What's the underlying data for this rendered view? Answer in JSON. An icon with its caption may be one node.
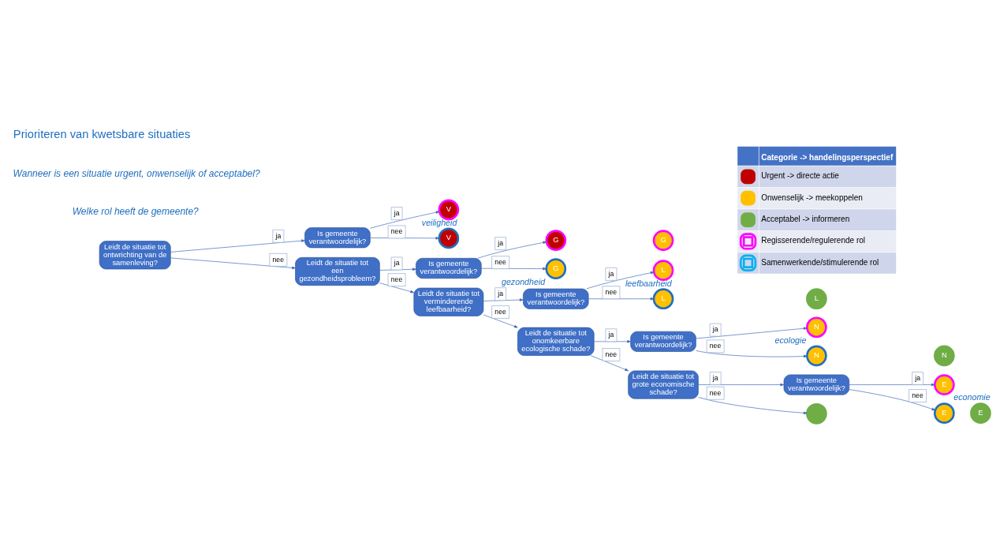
{
  "diagram": {
    "title": "Prioriteren van kwetsbare situaties",
    "nodes": [
      {
        "text": [
          "Leidt de situatie tot ontwrichting van de samenleving?"
        ]
      },
      {
        "text": [
          "Is gemeente verantwoordelijk?"
        ]
      },
      {
        "text": [
          "V"
        ],
        "beside": [
          "veiligheid"
        ]
      },
      {
        "text": [
          "V"
        ]
      },
      {
        "text": [
          "Leidt de situatie tot een gezondheidsprobleem?"
        ]
      },
      {
        "text": [
          "Is gemeente verantwoordelijk?"
        ]
      },
      {
        "text": [
          "G"
        ]
      },
      {
        "text": [
          "G"
        ]
      },
      {
        "text": [
          "G"
        ],
        "beside": [
          "gezondheid"
        ]
      },
      {
        "text": [
          "Leidt de situatie tot verminderende leefbaarheid?"
        ]
      },
      {
        "text": [
          "Is gemeente verantwoordelijk?"
        ]
      },
      {
        "text": [
          "L"
        ],
        "beside": [
          "leefbaarheid"
        ]
      },
      {
        "text": [
          "L"
        ]
      },
      {
        "text": [
          "L"
        ]
      },
      {
        "text": [
          "Leidt de situatie tot onomkeerbare ecologische schade?"
        ]
      },
      {
        "text": [
          "Is gemeente verantwoordelijk?"
        ]
      },
      {
        "text": [
          "N"
        ],
        "beside": [
          "ecologie"
        ]
      },
      {
        "text": [
          "N"
        ]
      },
      {
        "text": [
          "N"
        ]
      },
      {
        "text": [
          "Leidt de situatie tot grote economische schade?"
        ]
      },
      {
        "text": [
          "Is gemeente verantwoordelijk?"
        ]
      },
      {
        "text": [
          "E"
        ],
        "beside": [
          "economie"
        ]
      },
      {
        "text": [
          "E"
        ]
      },
      {
        "text": [
          "E"
        ]
      },
      {
        "text": [],
        "shape": "circle"
      }
    ],
    "edges": [
      {
        "from": 0,
        "to": 1,
        "arrow": "to",
        "label": "ja"
      },
      {
        "from": 0,
        "to": 4,
        "arrow": "to",
        "label": "nee"
      },
      {
        "from": 1,
        "to": 2,
        "arrow": "to",
        "label": "ja"
      },
      {
        "from": 1,
        "to": 3,
        "arrow": "to",
        "label": "nee"
      },
      {
        "from": 4,
        "to": 5,
        "arrow": "to",
        "label": "ja"
      },
      {
        "from": 4,
        "to": 9,
        "arrow": "to",
        "label": "nee"
      },
      {
        "from": 5,
        "to": 6,
        "arrow": "to",
        "label": "ja"
      },
      {
        "from": 5,
        "to": 8,
        "arrow": "to",
        "label": "nee"
      },
      {
        "from": 9,
        "to": 10,
        "arrow": "to",
        "label": "ja"
      },
      {
        "from": 9,
        "to": 14,
        "arrow": "to",
        "label": "nee"
      },
      {
        "from": 10,
        "to": 11,
        "arrow": "to",
        "label": "ja"
      },
      {
        "from": 10,
        "to": 12,
        "arrow": "to",
        "label": "nee"
      },
      {
        "from": 14,
        "to": 15,
        "arrow": "to",
        "label": "ja"
      },
      {
        "from": 14,
        "to": 19,
        "arrow": "to",
        "label": "nee"
      },
      {
        "from": 15,
        "to": 16,
        "arrow": "to",
        "label": "ja"
      },
      {
        "from": 15,
        "to": 17,
        "arrow": "to",
        "label": "nee"
      },
      {
        "from": 19,
        "to": 20,
        "arrow": "to",
        "label": "ja"
      },
      {
        "from": 19,
        "to": 24,
        "arrow": "to",
        "label": "nee"
      },
      {
        "from": 20,
        "to": 21,
        "arrow": "to",
        "label": "ja"
      },
      {
        "from": 20,
        "to": 22,
        "arrow": "to",
        "label": "nee"
      }
    ],
    "labels": [
      "Wanneer is een situatie urgent, onwenselijk of acceptabel?",
      "Welke rol heeft de gemeente?",
      "Categorie -> handelingsperspectief"
    ],
    "legend": [
      {
        "text": "Urgent -> directe actie",
        "color": "#c00000"
      },
      {
        "text": "Onwenselijk -> meekoppelen",
        "color": "#ffc000"
      },
      {
        "text": "Acceptabel -> informeren",
        "color": "#70ad47"
      },
      {
        "text": "Regisserende/regulerende rol"
      },
      {
        "text": "Samenwerkende/stimulerende rol"
      }
    ]
  }
}
